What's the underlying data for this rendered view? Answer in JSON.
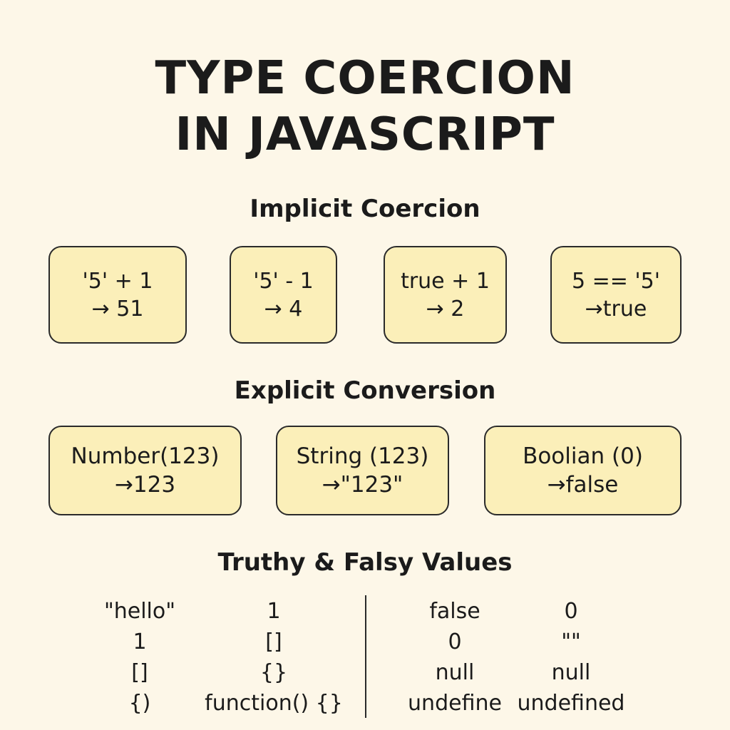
{
  "title": {
    "line1": "TYPE COERCION",
    "line2": "IN JAVASCRIPT"
  },
  "implicit": {
    "heading": "Implicit Coercion",
    "cards": [
      {
        "expr": "'5'  +  1",
        "result": "→ 51"
      },
      {
        "expr": "'5' - 1",
        "result": "→ 4"
      },
      {
        "expr": "true + 1",
        "result": "→ 2"
      },
      {
        "expr": "5 == '5'",
        "result": "→true"
      }
    ]
  },
  "explicit": {
    "heading": "Explicit Conversion",
    "cards": [
      {
        "expr": "Number(123)",
        "result": "→123"
      },
      {
        "expr": "String (123)",
        "result": "→\"123\""
      },
      {
        "expr": "Boolian (0)",
        "result": "→false"
      }
    ]
  },
  "truthy_falsy": {
    "heading": "Truthy & Falsy Values",
    "columns": [
      [
        "\"hello\"",
        "1",
        "[]",
        "{)"
      ],
      [
        "1",
        "[]",
        "{}",
        "function() {}"
      ],
      [
        "false",
        "0",
        "null",
        "undefine"
      ],
      [
        "0",
        "\"\"",
        "null",
        "undefined"
      ]
    ]
  }
}
